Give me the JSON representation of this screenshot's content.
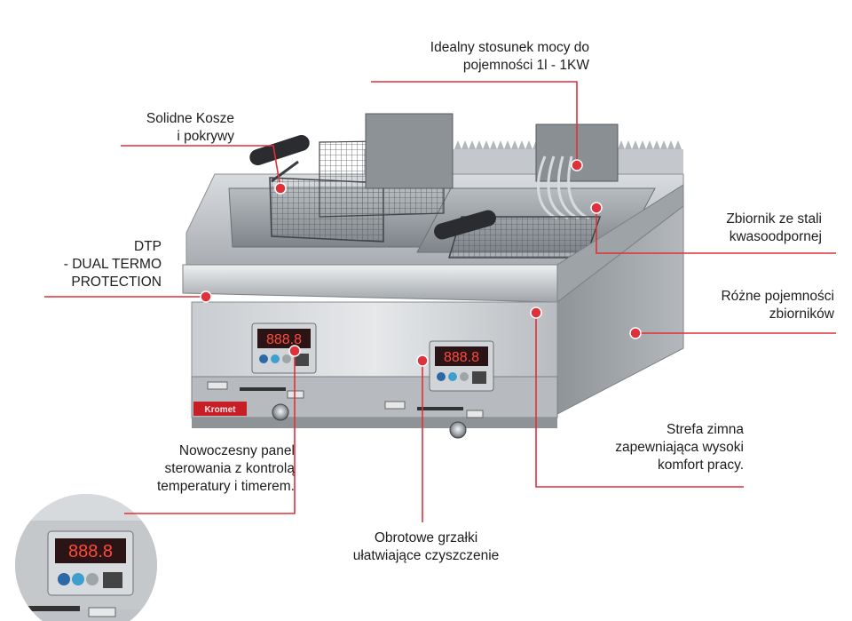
{
  "accent_color": "#e0303a",
  "brand_plate": "Kromet",
  "display_readout": "888.8",
  "callouts": {
    "power_ratio": "Idealny stosunek mocy do\npojemności 1l - 1KW",
    "baskets": "Solidne Kosze\ni pokrywy",
    "tank": "Zbiornik ze stali\nkwasoodpornej",
    "dtp": "DTP\n- DUAL TERMO\nPROTECTION",
    "capacities": "Różne pojemności\nzbiorników",
    "cold_zone": "Strefa zimna\nzapewniająca wysoki\nkomfort pracy.",
    "panel": "Nowoczesny panel\nsterowania z kontrolą\ntemperatury i timerem.",
    "heaters": "Obrotowe grzałki\nułatwiające czyszczenie"
  }
}
